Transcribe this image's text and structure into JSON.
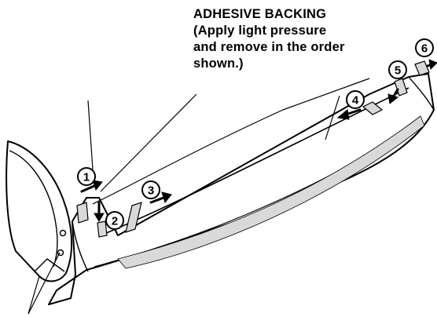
{
  "caption": {
    "line1": "ADHESIVE BACKING",
    "line2": "(Apply light pressure",
    "line3": "and remove in the order",
    "line4": "shown.)"
  },
  "steps": [
    {
      "label": "1"
    },
    {
      "label": "2"
    },
    {
      "label": "3"
    },
    {
      "label": "4"
    },
    {
      "label": "5"
    },
    {
      "label": "6"
    }
  ],
  "colors": {
    "line": "#000000",
    "fill": "#ffffff",
    "shade": "#d9d9d9"
  }
}
